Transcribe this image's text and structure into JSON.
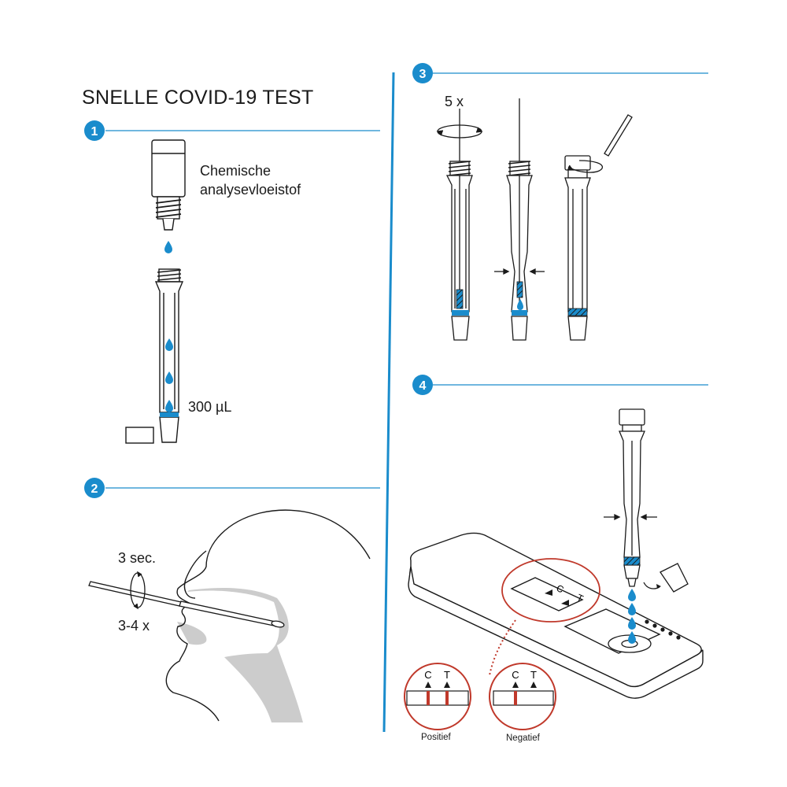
{
  "title": "SNELLE COVID-19 TEST",
  "accent_color": "#1a8ccc",
  "alert_color": "#c0392b",
  "silhouette_color": "#cccccc",
  "steps": [
    {
      "number": "1",
      "labels": {
        "liquid": "Chemische analysevloeistof",
        "volume": "300 µL"
      }
    },
    {
      "number": "2",
      "labels": {
        "duration": "3 sec.",
        "repeat": "3-4 x"
      }
    },
    {
      "number": "3",
      "labels": {
        "rotations": "5 x"
      }
    },
    {
      "number": "4",
      "labels": {
        "control": "C",
        "test": "T"
      }
    }
  ],
  "results": [
    {
      "label": "Positief",
      "c": "C",
      "t": "T",
      "lines": [
        "C",
        "T"
      ]
    },
    {
      "label": "Negatief",
      "c": "C",
      "t": "T",
      "lines": [
        "C"
      ]
    }
  ]
}
